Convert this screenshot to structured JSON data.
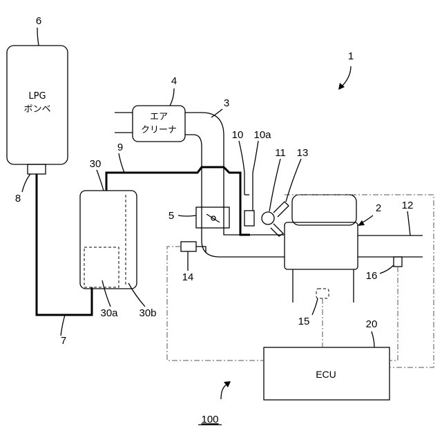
{
  "diagram": {
    "components": {
      "lpg_tank": {
        "line1": "LPG",
        "line2": "ボンベ"
      },
      "air_cleaner": {
        "line1": "エア",
        "line2": "クリーナ"
      },
      "ecu": {
        "label": "ECU"
      }
    },
    "labels": {
      "n1": "1",
      "n2": "2",
      "n3": "3",
      "n4": "4",
      "n5": "5",
      "n6": "6",
      "n7": "7",
      "n8": "8",
      "n9": "9",
      "n10": "10",
      "n10a": "10a",
      "n11": "11",
      "n12": "12",
      "n13": "13",
      "n14": "14",
      "n15": "15",
      "n16": "16",
      "n20": "20",
      "n30": "30",
      "n30a": "30a",
      "n30b": "30b",
      "n100": "100"
    }
  }
}
